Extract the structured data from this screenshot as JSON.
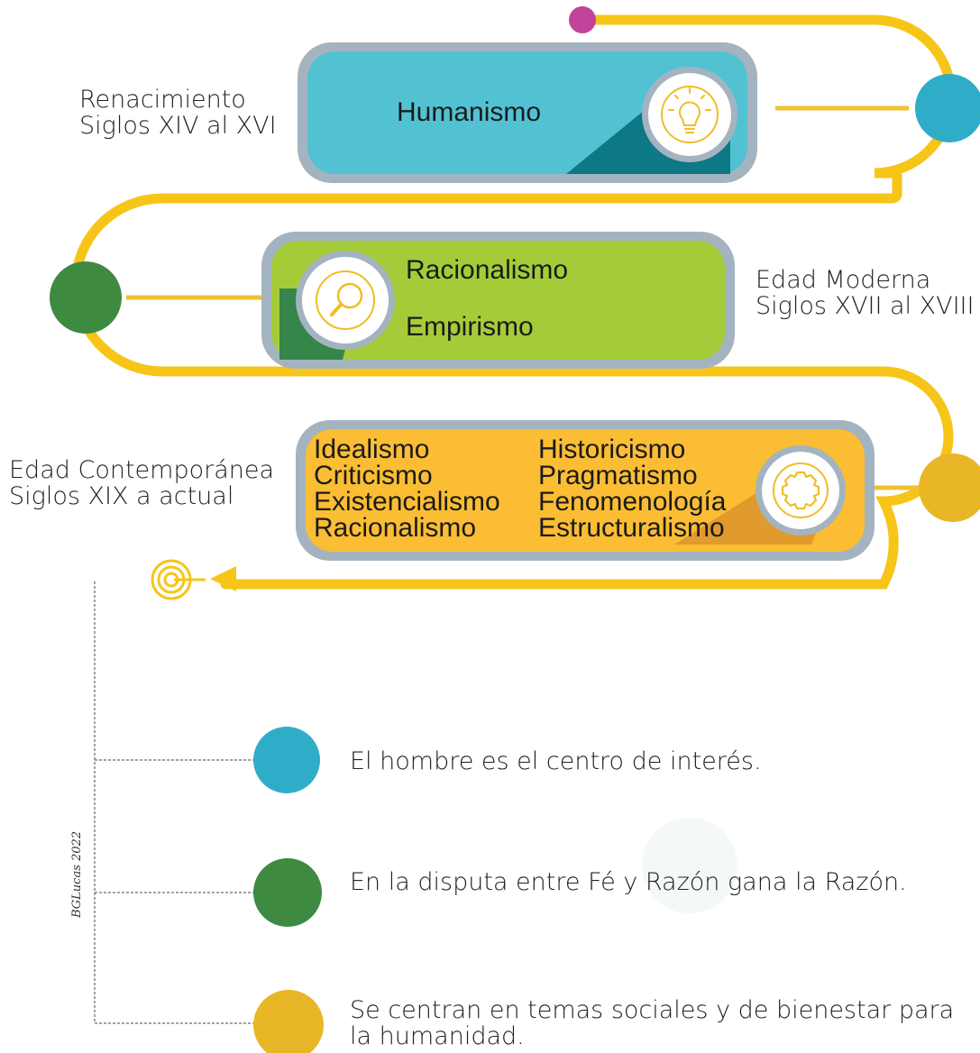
{
  "periods": [
    {
      "era": "Renacimiento",
      "centuries": "Siglos XIV al XVI",
      "color": "#2fadc8",
      "card_color": "#52c2d3",
      "icon": "lightbulb-icon",
      "currents": [
        "Humanismo"
      ]
    },
    {
      "era": "Edad Moderna",
      "centuries": "Siglos XVII al XVIII",
      "color": "#3d8a40",
      "card_color": "#a5cc38",
      "icon": "magnifier-icon",
      "currents": [
        "Racionalismo",
        "Empirismo"
      ]
    },
    {
      "era": "Edad Contemporánea",
      "centuries": "Siglos XIX a actual",
      "color": "#e8b627",
      "card_color": "#fbbd33",
      "icon": "gear-icon",
      "currents_left": [
        "Idealismo",
        "Criticismo",
        "Existencialismo",
        "Racionalismo"
      ],
      "currents_right": [
        "Historicismo",
        "Pragmatismo",
        "Fenomenología",
        "Estructuralismo"
      ]
    }
  ],
  "traits": [
    {
      "text": "El hombre es el centro de interés.",
      "color": "#2fadc8"
    },
    {
      "text": "En la disputa entre Fé y Razón gana la Razón.",
      "color": "#3d8a40"
    },
    {
      "text": "Se centran en temas sociales y de bienestar para la humanidad.",
      "color": "#e8b627"
    }
  ],
  "colors": {
    "path": "#f6c518",
    "start_dot": "#c2449a",
    "frame": "#9aaebb",
    "target": "#f6c518"
  },
  "signature": "BGLucas 2022"
}
